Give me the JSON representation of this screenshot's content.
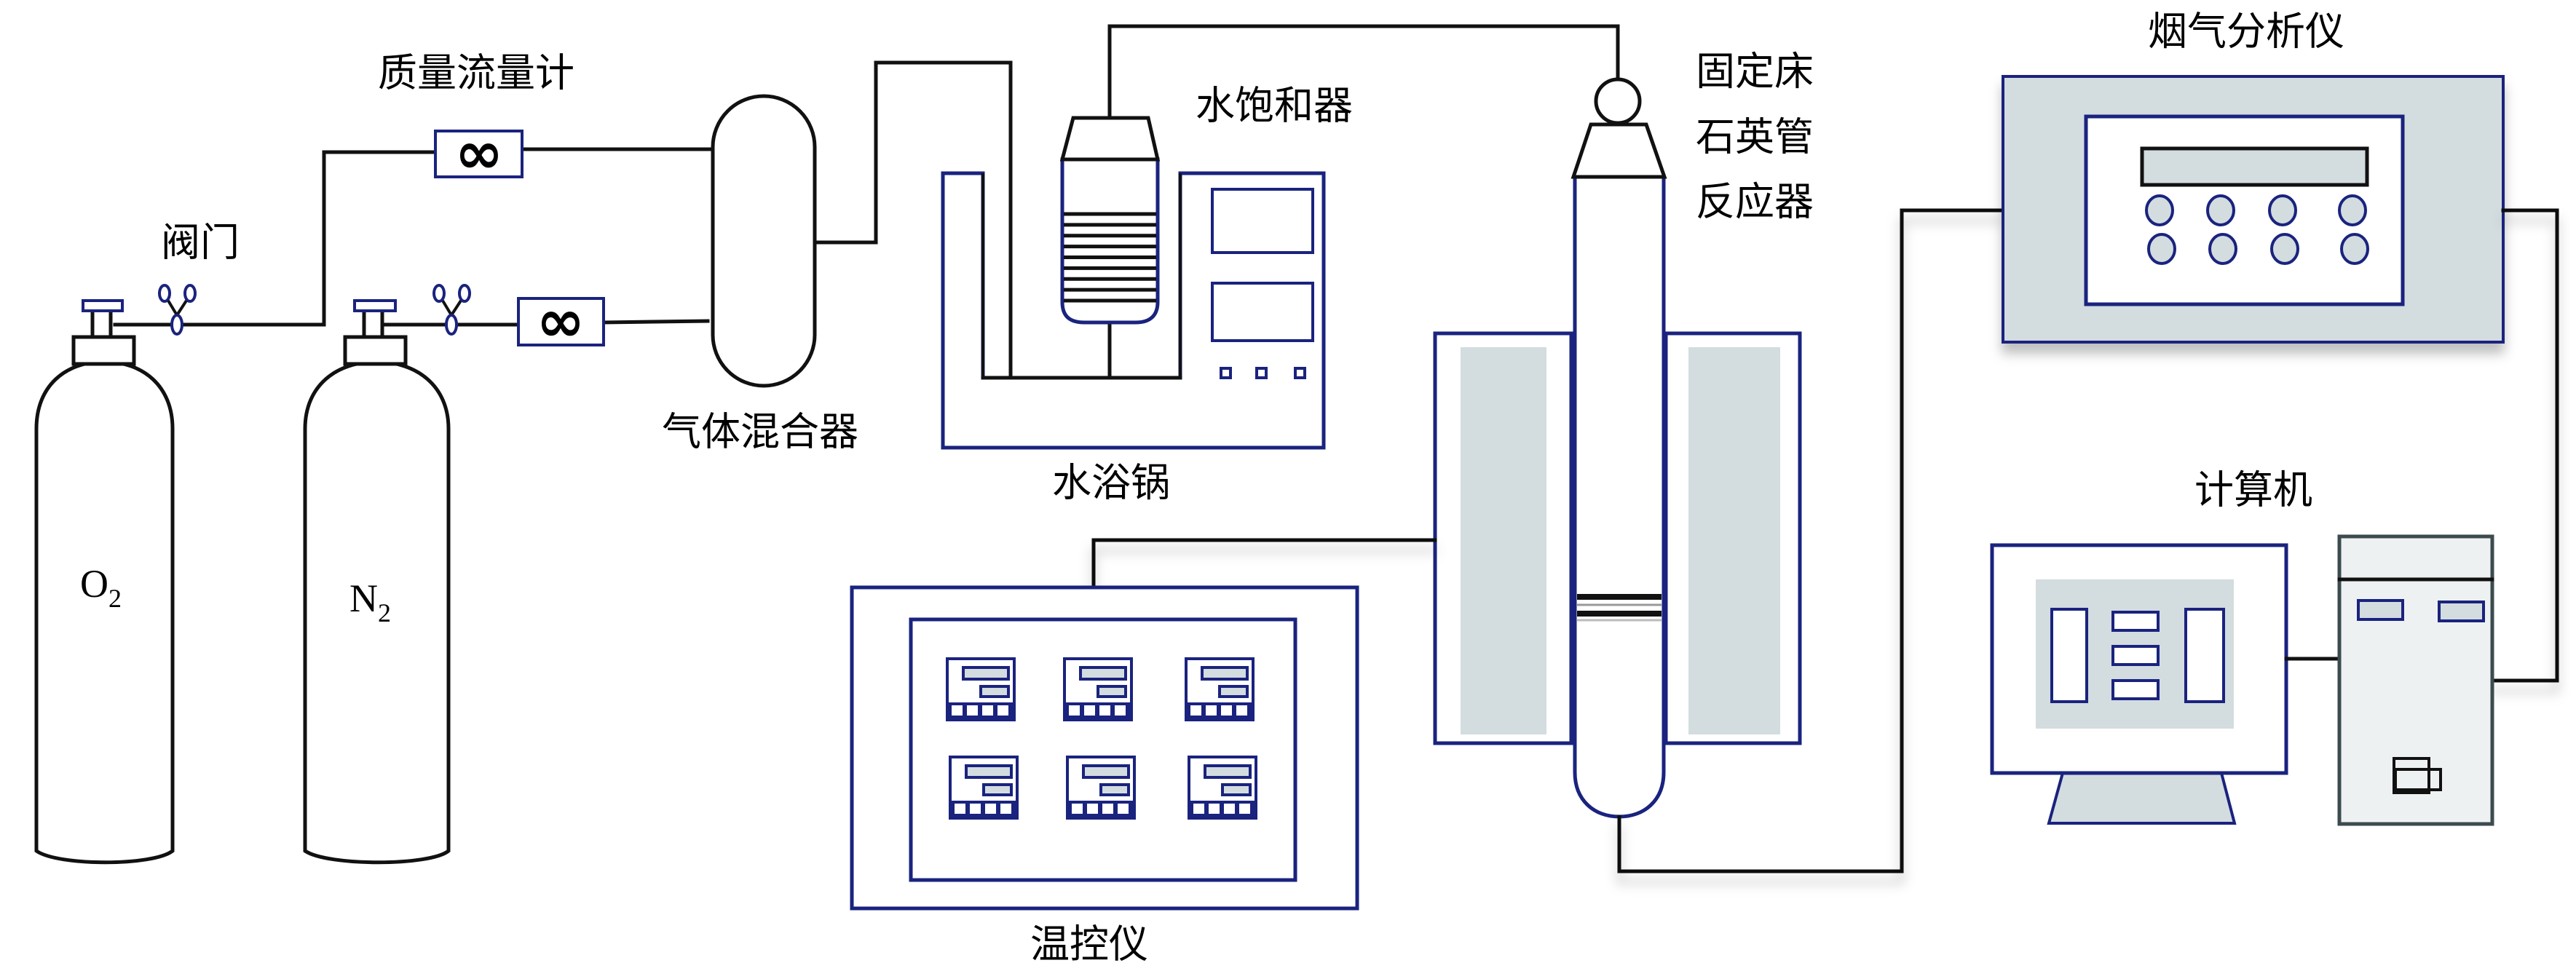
{
  "title": "固定床石英管反应器实验装置示意图",
  "labels": {
    "mass_flow_meter": "质量流量计",
    "valve": "阀门",
    "gas_mixer": "气体混合器",
    "water_saturator": "水饱和器",
    "water_bath": "水浴锅",
    "reactor_line1": "固定床",
    "reactor_line2": "石英管",
    "reactor_line3": "反应器",
    "temperature_controller": "温控仪",
    "flue_gas_analyzer": "烟气分析仪",
    "computer": "计算机"
  },
  "cylinders": [
    {
      "gas": "O",
      "subscript": "2"
    },
    {
      "gas": "N",
      "subscript": "2"
    }
  ],
  "flow_meter_symbol": "∞",
  "icons": {
    "cylinder": "gas-cylinder-icon",
    "valve": "needle-valve-icon",
    "flow_meter": "mass-flow-meter-icon",
    "mixer": "gas-mixer-vessel-icon",
    "saturator": "water-saturator-icon",
    "bath": "water-bath-icon",
    "reactor": "quartz-tube-reactor-icon",
    "furnace": "tube-furnace-icon",
    "controller": "temperature-controller-icon",
    "analyzer": "flue-gas-analyzer-icon",
    "computer": "computer-icon"
  },
  "colors": {
    "line": "#111111",
    "equipment_outline": "#1a237e",
    "fill_gray": "#d3dcdf",
    "tower_fill": "#eef1f2"
  },
  "counts": {
    "temperature_controller_units": 6,
    "analyzer_knobs": 8,
    "saturator_coil_turns": 9
  }
}
